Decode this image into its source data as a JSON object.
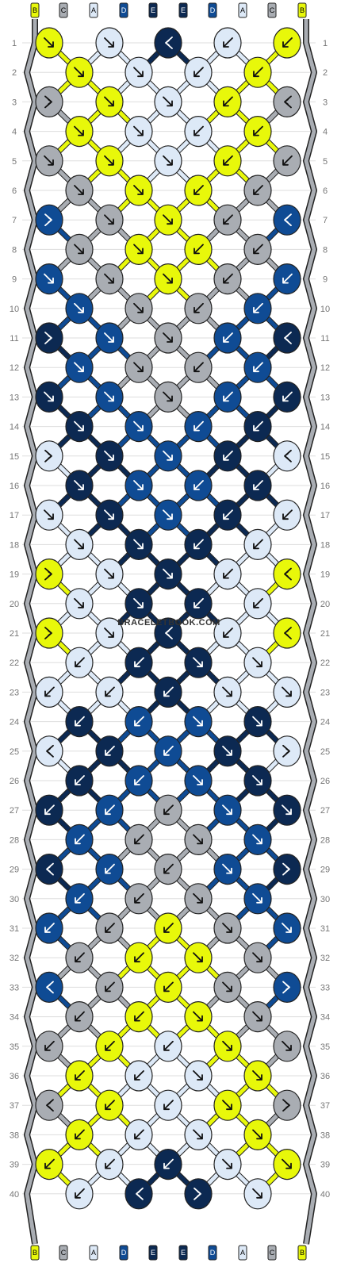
{
  "watermark": "BRACELETBOOK.COM",
  "strands": [
    "B",
    "C",
    "A",
    "D",
    "E",
    "E",
    "D",
    "A",
    "C",
    "B"
  ],
  "colors": {
    "A": "#dde9f7",
    "B": "#e8f80a",
    "C": "#a9adb3",
    "D": "#0f4b94",
    "E": "#0c2952"
  },
  "row_labels": [
    "1",
    "2",
    "3",
    "4",
    "5",
    "6",
    "7",
    "8",
    "9",
    "10",
    "11",
    "12",
    "13",
    "14",
    "15",
    "16",
    "17",
    "18",
    "19",
    "20",
    "21",
    "22",
    "23",
    "24",
    "25",
    "26",
    "27",
    "28",
    "29",
    "30",
    "31",
    "32",
    "33",
    "34",
    "35",
    "36",
    "37",
    "38",
    "39",
    "40"
  ],
  "knots": [
    [
      [
        "B",
        "f"
      ],
      [
        "A",
        "f"
      ],
      [
        "E",
        "bf"
      ],
      [
        "A",
        "b"
      ],
      [
        "B",
        "b"
      ]
    ],
    [
      [
        "B",
        "f"
      ],
      [
        "A",
        "f"
      ],
      [
        "A",
        "b"
      ],
      [
        "B",
        "b"
      ]
    ],
    [
      [
        "C",
        "fb"
      ],
      [
        "B",
        "f"
      ],
      [
        "A",
        "f"
      ],
      [
        "B",
        "b"
      ],
      [
        "C",
        "bf"
      ]
    ],
    [
      [
        "B",
        "f"
      ],
      [
        "A",
        "f"
      ],
      [
        "A",
        "b"
      ],
      [
        "B",
        "b"
      ]
    ],
    [
      [
        "C",
        "f"
      ],
      [
        "B",
        "f"
      ],
      [
        "A",
        "f"
      ],
      [
        "B",
        "b"
      ],
      [
        "C",
        "b"
      ]
    ],
    [
      [
        "C",
        "f"
      ],
      [
        "B",
        "f"
      ],
      [
        "B",
        "b"
      ],
      [
        "C",
        "b"
      ]
    ],
    [
      [
        "D",
        "fb"
      ],
      [
        "C",
        "f"
      ],
      [
        "B",
        "f"
      ],
      [
        "C",
        "b"
      ],
      [
        "D",
        "bf"
      ]
    ],
    [
      [
        "C",
        "f"
      ],
      [
        "B",
        "f"
      ],
      [
        "B",
        "b"
      ],
      [
        "C",
        "b"
      ]
    ],
    [
      [
        "D",
        "f"
      ],
      [
        "C",
        "f"
      ],
      [
        "B",
        "f"
      ],
      [
        "C",
        "b"
      ],
      [
        "D",
        "b"
      ]
    ],
    [
      [
        "D",
        "f"
      ],
      [
        "C",
        "f"
      ],
      [
        "C",
        "b"
      ],
      [
        "D",
        "b"
      ]
    ],
    [
      [
        "E",
        "fb"
      ],
      [
        "D",
        "f"
      ],
      [
        "C",
        "f"
      ],
      [
        "D",
        "b"
      ],
      [
        "E",
        "bf"
      ]
    ],
    [
      [
        "D",
        "f"
      ],
      [
        "C",
        "f"
      ],
      [
        "C",
        "b"
      ],
      [
        "D",
        "b"
      ]
    ],
    [
      [
        "E",
        "f"
      ],
      [
        "D",
        "f"
      ],
      [
        "C",
        "f"
      ],
      [
        "D",
        "b"
      ],
      [
        "E",
        "b"
      ]
    ],
    [
      [
        "E",
        "f"
      ],
      [
        "D",
        "f"
      ],
      [
        "D",
        "b"
      ],
      [
        "E",
        "b"
      ]
    ],
    [
      [
        "A",
        "fb"
      ],
      [
        "E",
        "f"
      ],
      [
        "D",
        "f"
      ],
      [
        "E",
        "b"
      ],
      [
        "A",
        "bf"
      ]
    ],
    [
      [
        "E",
        "f"
      ],
      [
        "D",
        "f"
      ],
      [
        "D",
        "b"
      ],
      [
        "E",
        "b"
      ]
    ],
    [
      [
        "A",
        "f"
      ],
      [
        "E",
        "f"
      ],
      [
        "D",
        "f"
      ],
      [
        "E",
        "b"
      ],
      [
        "A",
        "b"
      ]
    ],
    [
      [
        "A",
        "f"
      ],
      [
        "E",
        "f"
      ],
      [
        "E",
        "b"
      ],
      [
        "A",
        "b"
      ]
    ],
    [
      [
        "B",
        "fb"
      ],
      [
        "A",
        "f"
      ],
      [
        "E",
        "f"
      ],
      [
        "A",
        "b"
      ],
      [
        "B",
        "bf"
      ]
    ],
    [
      [
        "A",
        "f"
      ],
      [
        "E",
        "f"
      ],
      [
        "E",
        "b"
      ],
      [
        "A",
        "b"
      ]
    ],
    [
      [
        "B",
        "fb"
      ],
      [
        "A",
        "f"
      ],
      [
        "E",
        "bf"
      ],
      [
        "A",
        "b"
      ],
      [
        "B",
        "bf"
      ]
    ],
    [
      [
        "A",
        "b"
      ],
      [
        "E",
        "b"
      ],
      [
        "E",
        "f"
      ],
      [
        "A",
        "f"
      ]
    ],
    [
      [
        "A",
        "b"
      ],
      [
        "A",
        "b"
      ],
      [
        "E",
        "b"
      ],
      [
        "A",
        "f"
      ],
      [
        "A",
        "f"
      ]
    ],
    [
      [
        "E",
        "b"
      ],
      [
        "D",
        "b"
      ],
      [
        "D",
        "f"
      ],
      [
        "E",
        "f"
      ]
    ],
    [
      [
        "A",
        "bf"
      ],
      [
        "E",
        "b"
      ],
      [
        "D",
        "b"
      ],
      [
        "E",
        "f"
      ],
      [
        "A",
        "fb"
      ]
    ],
    [
      [
        "E",
        "b"
      ],
      [
        "D",
        "b"
      ],
      [
        "D",
        "f"
      ],
      [
        "E",
        "f"
      ]
    ],
    [
      [
        "E",
        "b"
      ],
      [
        "D",
        "b"
      ],
      [
        "C",
        "b"
      ],
      [
        "D",
        "f"
      ],
      [
        "E",
        "f"
      ]
    ],
    [
      [
        "D",
        "b"
      ],
      [
        "C",
        "b"
      ],
      [
        "C",
        "f"
      ],
      [
        "D",
        "f"
      ]
    ],
    [
      [
        "E",
        "bf"
      ],
      [
        "D",
        "b"
      ],
      [
        "C",
        "b"
      ],
      [
        "D",
        "f"
      ],
      [
        "E",
        "fb"
      ]
    ],
    [
      [
        "D",
        "b"
      ],
      [
        "C",
        "b"
      ],
      [
        "C",
        "f"
      ],
      [
        "D",
        "f"
      ]
    ],
    [
      [
        "D",
        "b"
      ],
      [
        "C",
        "b"
      ],
      [
        "B",
        "b"
      ],
      [
        "C",
        "f"
      ],
      [
        "D",
        "f"
      ]
    ],
    [
      [
        "C",
        "b"
      ],
      [
        "B",
        "b"
      ],
      [
        "B",
        "f"
      ],
      [
        "C",
        "f"
      ]
    ],
    [
      [
        "D",
        "bf"
      ],
      [
        "C",
        "b"
      ],
      [
        "B",
        "b"
      ],
      [
        "C",
        "f"
      ],
      [
        "D",
        "fb"
      ]
    ],
    [
      [
        "C",
        "b"
      ],
      [
        "B",
        "b"
      ],
      [
        "B",
        "f"
      ],
      [
        "C",
        "f"
      ]
    ],
    [
      [
        "C",
        "b"
      ],
      [
        "B",
        "b"
      ],
      [
        "A",
        "b"
      ],
      [
        "B",
        "f"
      ],
      [
        "C",
        "f"
      ]
    ],
    [
      [
        "B",
        "b"
      ],
      [
        "A",
        "b"
      ],
      [
        "A",
        "f"
      ],
      [
        "B",
        "f"
      ]
    ],
    [
      [
        "C",
        "bf"
      ],
      [
        "B",
        "b"
      ],
      [
        "A",
        "b"
      ],
      [
        "B",
        "f"
      ],
      [
        "C",
        "fb"
      ]
    ],
    [
      [
        "B",
        "b"
      ],
      [
        "A",
        "b"
      ],
      [
        "A",
        "f"
      ],
      [
        "B",
        "f"
      ]
    ],
    [
      [
        "B",
        "b"
      ],
      [
        "A",
        "b"
      ],
      [
        "E",
        "b"
      ],
      [
        "A",
        "f"
      ],
      [
        "B",
        "f"
      ]
    ],
    [
      [
        "A",
        "b"
      ],
      [
        "E",
        "bf"
      ],
      [
        "E",
        "fb"
      ],
      [
        "A",
        "f"
      ]
    ]
  ]
}
